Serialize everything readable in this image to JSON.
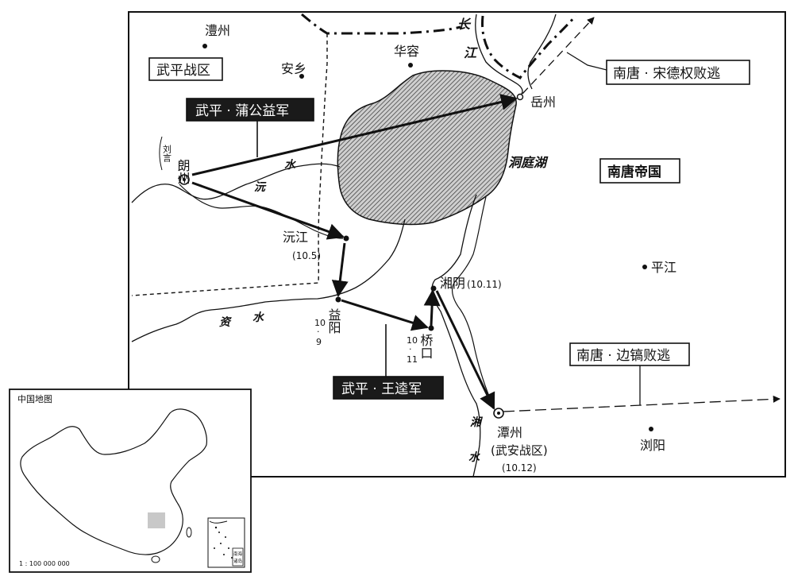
{
  "main_map": {
    "places": {
      "lizhou": "澧州",
      "anxiang": "安乡",
      "huarong": "华容",
      "yuezhou": "岳州",
      "langzhou": "朗州",
      "langzhou_note": "刘言",
      "yuanjiang": "沅江",
      "yuanjiang_date": "10.5",
      "yiyang": "益阳",
      "yiyang_date_a": "10",
      "yiyang_date_b": "9",
      "qiaokou": "桥口",
      "qiaokou_date_a": "10",
      "qiaokou_date_b": "11",
      "xiangyin": "湘阴",
      "xiangyin_date": "(10.11)",
      "tanzhou": "潭州",
      "tanzhou_sub": "(武安战区)",
      "tanzhou_date": "(10.12)",
      "pingjiang": "平江",
      "liuyang": "浏阳"
    },
    "water": {
      "changjiang_a": "长",
      "changjiang_b": "江",
      "dongtinghu": "洞庭湖",
      "yuan_shui_a": "沅",
      "yuan_shui_b": "水",
      "zi_shui_a": "资",
      "zi_shui_b": "水",
      "xiang_shui_a": "湘",
      "xiang_shui_b": "水"
    },
    "regions": {
      "wuping_zone": "武平战区",
      "nantang_empire": "南唐帝国"
    },
    "callouts": {
      "wuping_pu": "武平 · 蒲公益军",
      "wuping_wang": "武平 · 王逵军",
      "nantang_song": "南唐 · 宋德权败逃",
      "nantang_bian": "南唐 · 边镐败逃"
    }
  },
  "inset_map": {
    "title": "中国地图",
    "scale": "1 : 100 000 000",
    "south_sea_label_a": "南海",
    "south_sea_label_b": "诸岛"
  },
  "colors": {
    "ink": "#111111",
    "lake_fill": "#bdbdbd",
    "highlight_box": "#c8c8c8"
  }
}
